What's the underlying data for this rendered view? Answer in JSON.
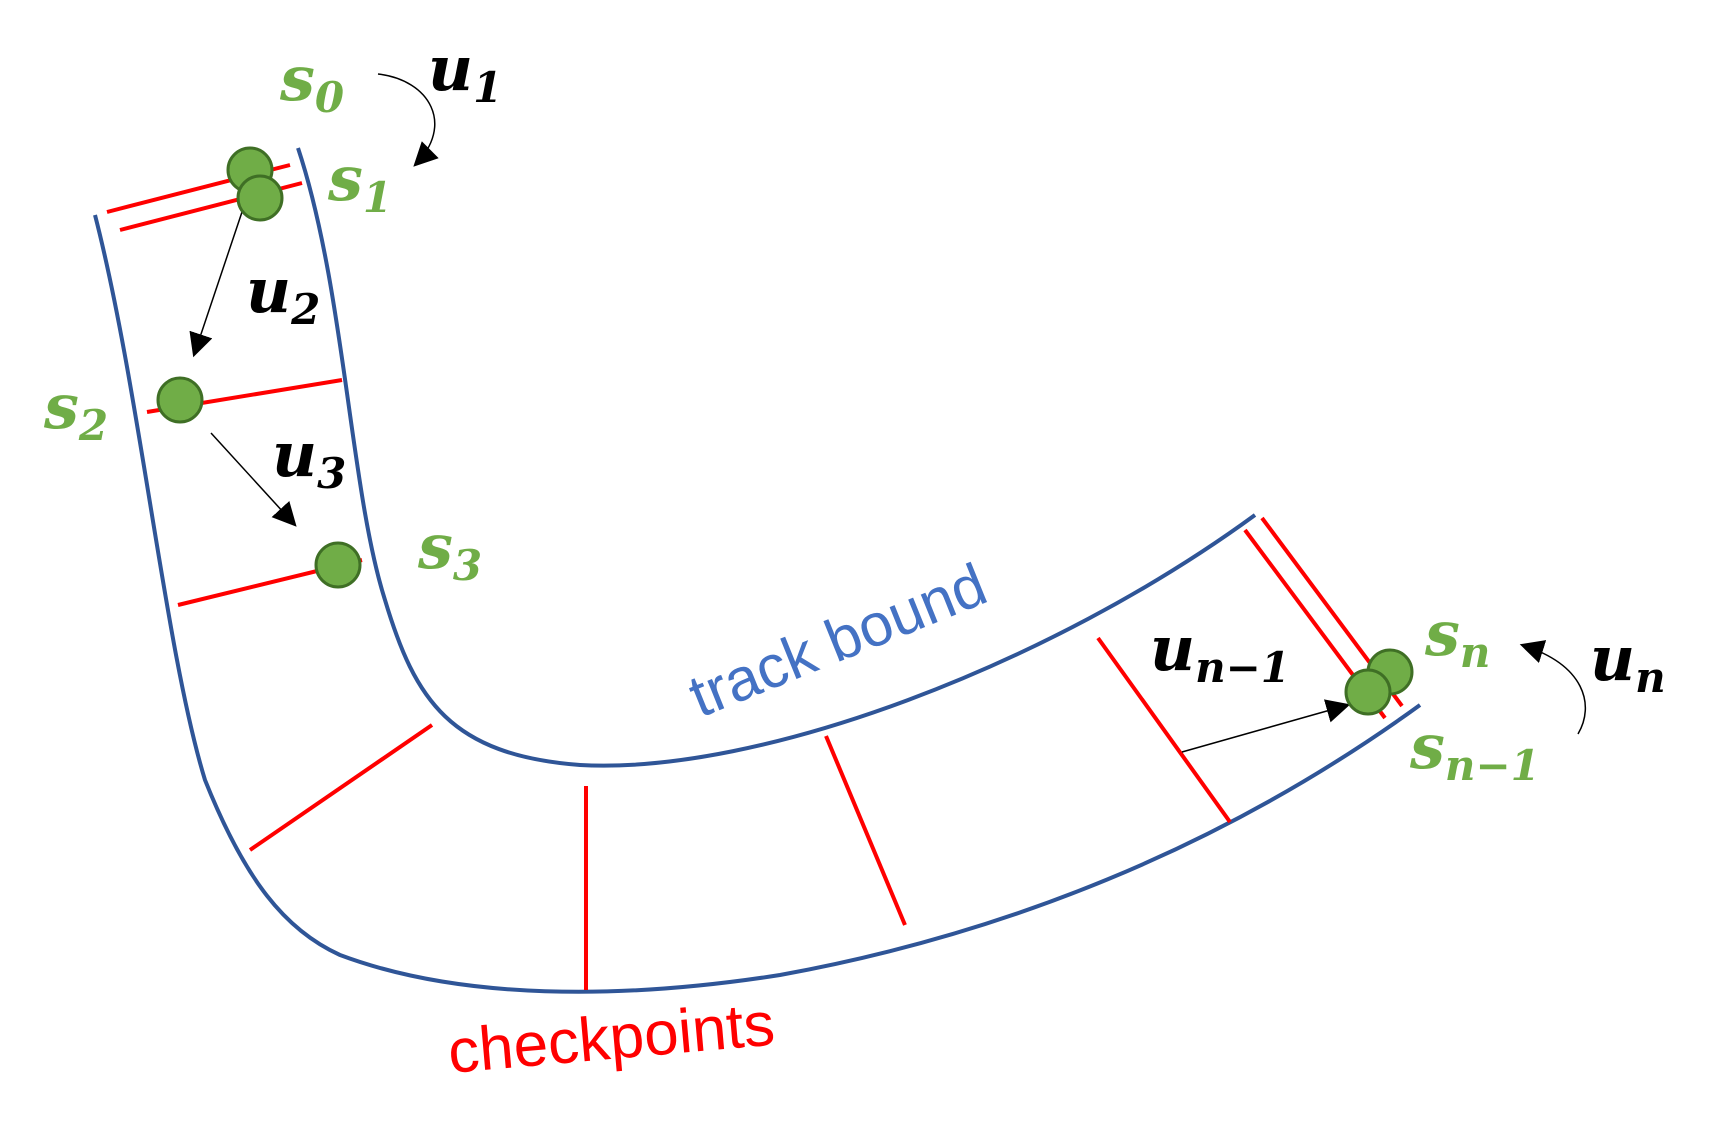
{
  "colors": {
    "track": "#2f5597",
    "checkpoint": "#ff0000",
    "state_fill": "#70ad47",
    "state_stroke": "#3f6f25",
    "state_text": "#70ad47",
    "action_text": "#000000",
    "track_label": "#4472c4",
    "checkpoint_label": "#ff0000"
  },
  "labels": {
    "track_bound": "track bound",
    "checkpoints": "checkpoints"
  },
  "states": [
    {
      "id": "s0",
      "base": "s",
      "sub": "0"
    },
    {
      "id": "s1",
      "base": "s",
      "sub": "1"
    },
    {
      "id": "s2",
      "base": "s",
      "sub": "2"
    },
    {
      "id": "s3",
      "base": "s",
      "sub": "3"
    },
    {
      "id": "sn",
      "base": "s",
      "sub": "n"
    },
    {
      "id": "sn-1",
      "base": "s",
      "sub": "n−1"
    }
  ],
  "actions": [
    {
      "id": "u1",
      "base": "u",
      "sub": "1"
    },
    {
      "id": "u2",
      "base": "u",
      "sub": "2"
    },
    {
      "id": "u3",
      "base": "u",
      "sub": "3"
    },
    {
      "id": "un-1",
      "base": "u",
      "sub": "n−1"
    },
    {
      "id": "un",
      "base": "u",
      "sub": "n"
    }
  ]
}
